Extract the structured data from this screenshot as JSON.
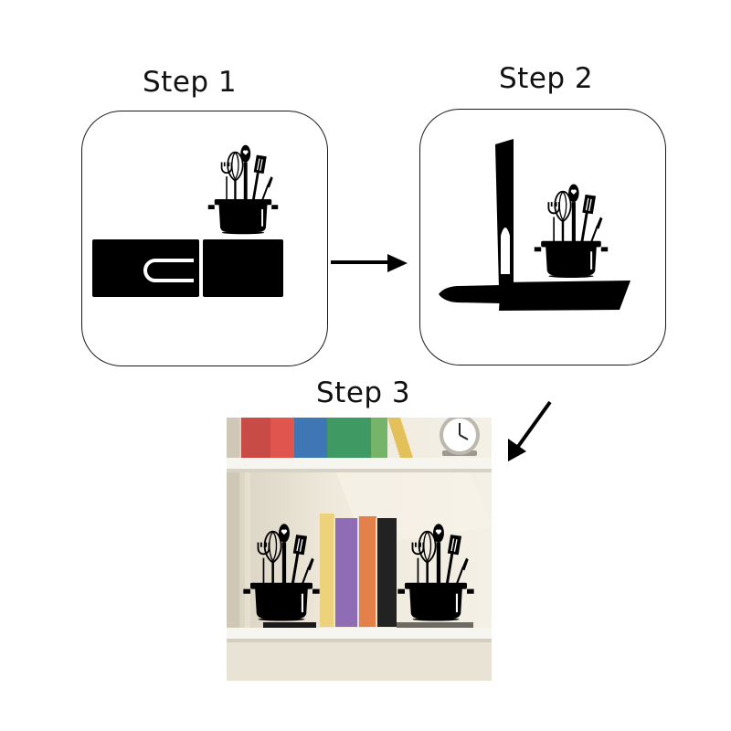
{
  "steps": [
    {
      "label": "Step 1"
    },
    {
      "label": "Step 2"
    },
    {
      "label": "Step 3"
    }
  ],
  "colors": {
    "silhouette": "#000000",
    "card_border": "#1a1a1a",
    "wall": "#efe9dc",
    "shelf": "#f7f5ef"
  },
  "icons": {
    "kitchen_pot": "pot-with-utensils-icon",
    "clock": "clock-icon",
    "arrow": "arrow-icon"
  },
  "book_colors": {
    "top_shelf": [
      "#c94b45",
      "#e0564e",
      "#3f77b5",
      "#3e9a62",
      "#76b46a",
      "#e3c05a"
    ],
    "bottom_shelf": [
      "#ecd27a",
      "#8f6db5",
      "#e4814a",
      "#222222"
    ]
  }
}
